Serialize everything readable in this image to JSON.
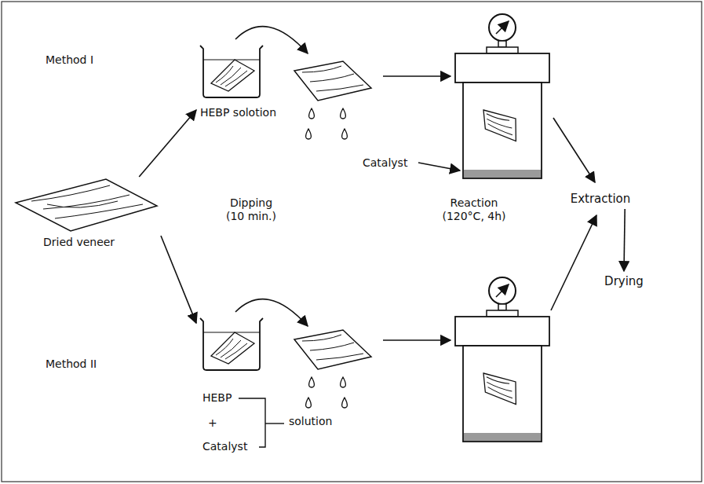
{
  "diagram": {
    "nodes": [
      {
        "text": [
          "Dried veneer"
        ]
      },
      {
        "text": [
          "HEBP solotion"
        ]
      },
      {
        "text": [
          "HEBP",
          "+",
          "Catalyst",
          "solution"
        ]
      },
      {
        "text": [
          "Extraction"
        ]
      },
      {
        "text": [
          "Drying"
        ]
      }
    ],
    "edges": [
      {
        "from": 0,
        "to": 1,
        "arrow": "to"
      },
      {
        "from": 0,
        "to": 2,
        "arrow": "to"
      },
      {
        "from": 3,
        "to": 4,
        "arrow": "to"
      }
    ],
    "labels": [
      "Method I",
      "Dipping (10 min.)",
      "Reaction (120°C, 4h)",
      "Catalyst",
      "Method II"
    ]
  }
}
